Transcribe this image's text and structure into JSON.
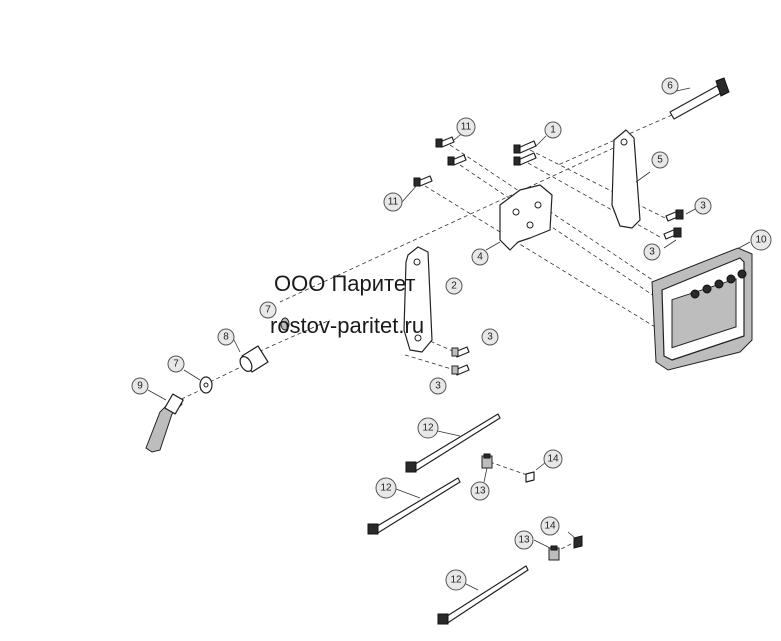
{
  "watermark": {
    "company": "ООО Паритет",
    "site": "rostov-paritet.ru"
  },
  "callouts": [
    "1",
    "2",
    "3",
    "4",
    "5",
    "6",
    "7",
    "8",
    "9",
    "10",
    "11",
    "12",
    "13",
    "14"
  ],
  "colors": {
    "line": "#222222",
    "callout_fill": "#e8e8e8",
    "background": "#ffffff"
  }
}
